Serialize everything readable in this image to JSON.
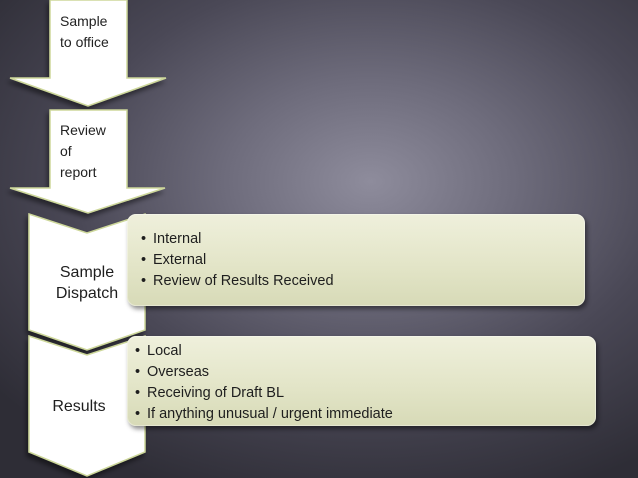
{
  "steps": [
    {
      "id": "sample-to-office",
      "label": "Sample\nto office"
    },
    {
      "id": "review-of-report",
      "label": "Review\nof\nreport"
    }
  ],
  "stages": [
    {
      "id": "sample-dispatch",
      "label": "Sample\nDispatch",
      "items": [
        "Internal",
        "External",
        "Review of Results Received"
      ]
    },
    {
      "id": "results",
      "label": "Results",
      "items": [
        "Local",
        "Overseas",
        "Receiving of Draft BL",
        "If anything unusual / urgent immediate"
      ]
    }
  ],
  "colors": {
    "arrow_fill": "#ffffff",
    "arrow_edge": "#cdd79a",
    "panel_fill": "#e6e8cd",
    "background": "#5a5866"
  }
}
